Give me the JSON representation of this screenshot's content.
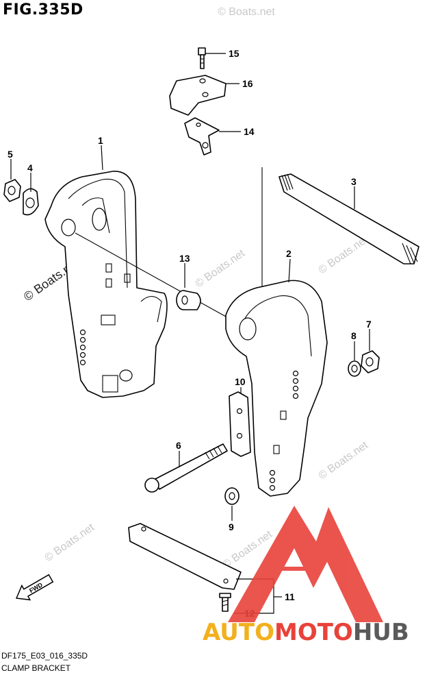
{
  "figure": {
    "title": "FIG.335D",
    "code": "DF175_E03_016_335D",
    "name": "CLAMP BRACKET"
  },
  "watermark": {
    "text": "© Boats.net",
    "logo_part1": "AUTO",
    "logo_part2": "MOTO",
    "logo_part3": "HUB",
    "logo_color1": "#f2b01e",
    "logo_color2": "#e8423a",
    "logo_color3": "#5a5a5a",
    "triangle_color": "#e8423a"
  },
  "fwd_label": "FWD",
  "callouts": [
    "1",
    "2",
    "3",
    "4",
    "5",
    "6",
    "7",
    "8",
    "9",
    "10",
    "11",
    "12",
    "13",
    "14",
    "15",
    "16"
  ]
}
